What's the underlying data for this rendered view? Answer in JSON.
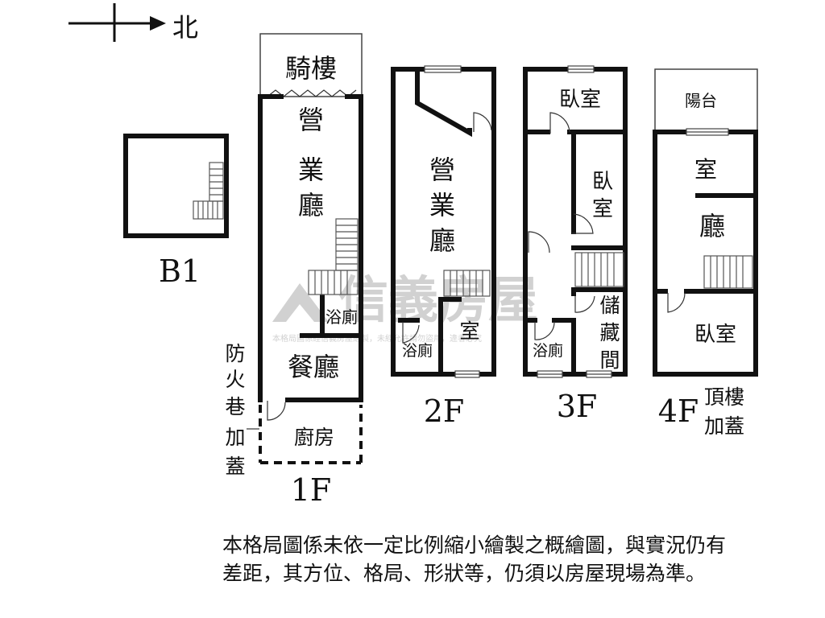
{
  "compass": {
    "label": "北"
  },
  "watermark": {
    "brand": "信義房屋",
    "fine_print": "本格局圖係經信義房屋繪製，未經允許請勿盜用，違者必究"
  },
  "floors": {
    "b1": {
      "label": "B1"
    },
    "f1": {
      "label": "1F",
      "rooms": {
        "arcade": "騎樓",
        "business_hall": "營業廳",
        "bathroom": "浴廁",
        "dining": "餐廳",
        "kitchen": "廚房"
      },
      "side_note": "防火巷加蓋"
    },
    "f2": {
      "label": "2F",
      "rooms": {
        "business_hall": "營業廳",
        "bathroom": "浴廁",
        "room": "室"
      }
    },
    "f3": {
      "label": "3F",
      "rooms": {
        "bedroom_a": "臥室",
        "bedroom_b": "臥室",
        "bathroom": "浴廁",
        "storage": "儲藏間"
      }
    },
    "f4": {
      "label": "4F",
      "rooms": {
        "balcony": "陽台",
        "room": "室",
        "hall": "廳",
        "bedroom": "臥室"
      },
      "side_note": "頂樓加蓋"
    }
  },
  "disclaimer": "本格局圖係未依一定比例縮小繪製之概繪圖，與實況仍有差距，其方位、格局、形狀等，仍須以房屋現場為準。",
  "colors": {
    "wall": "#111111",
    "watermark": "#c8c8c8"
  }
}
